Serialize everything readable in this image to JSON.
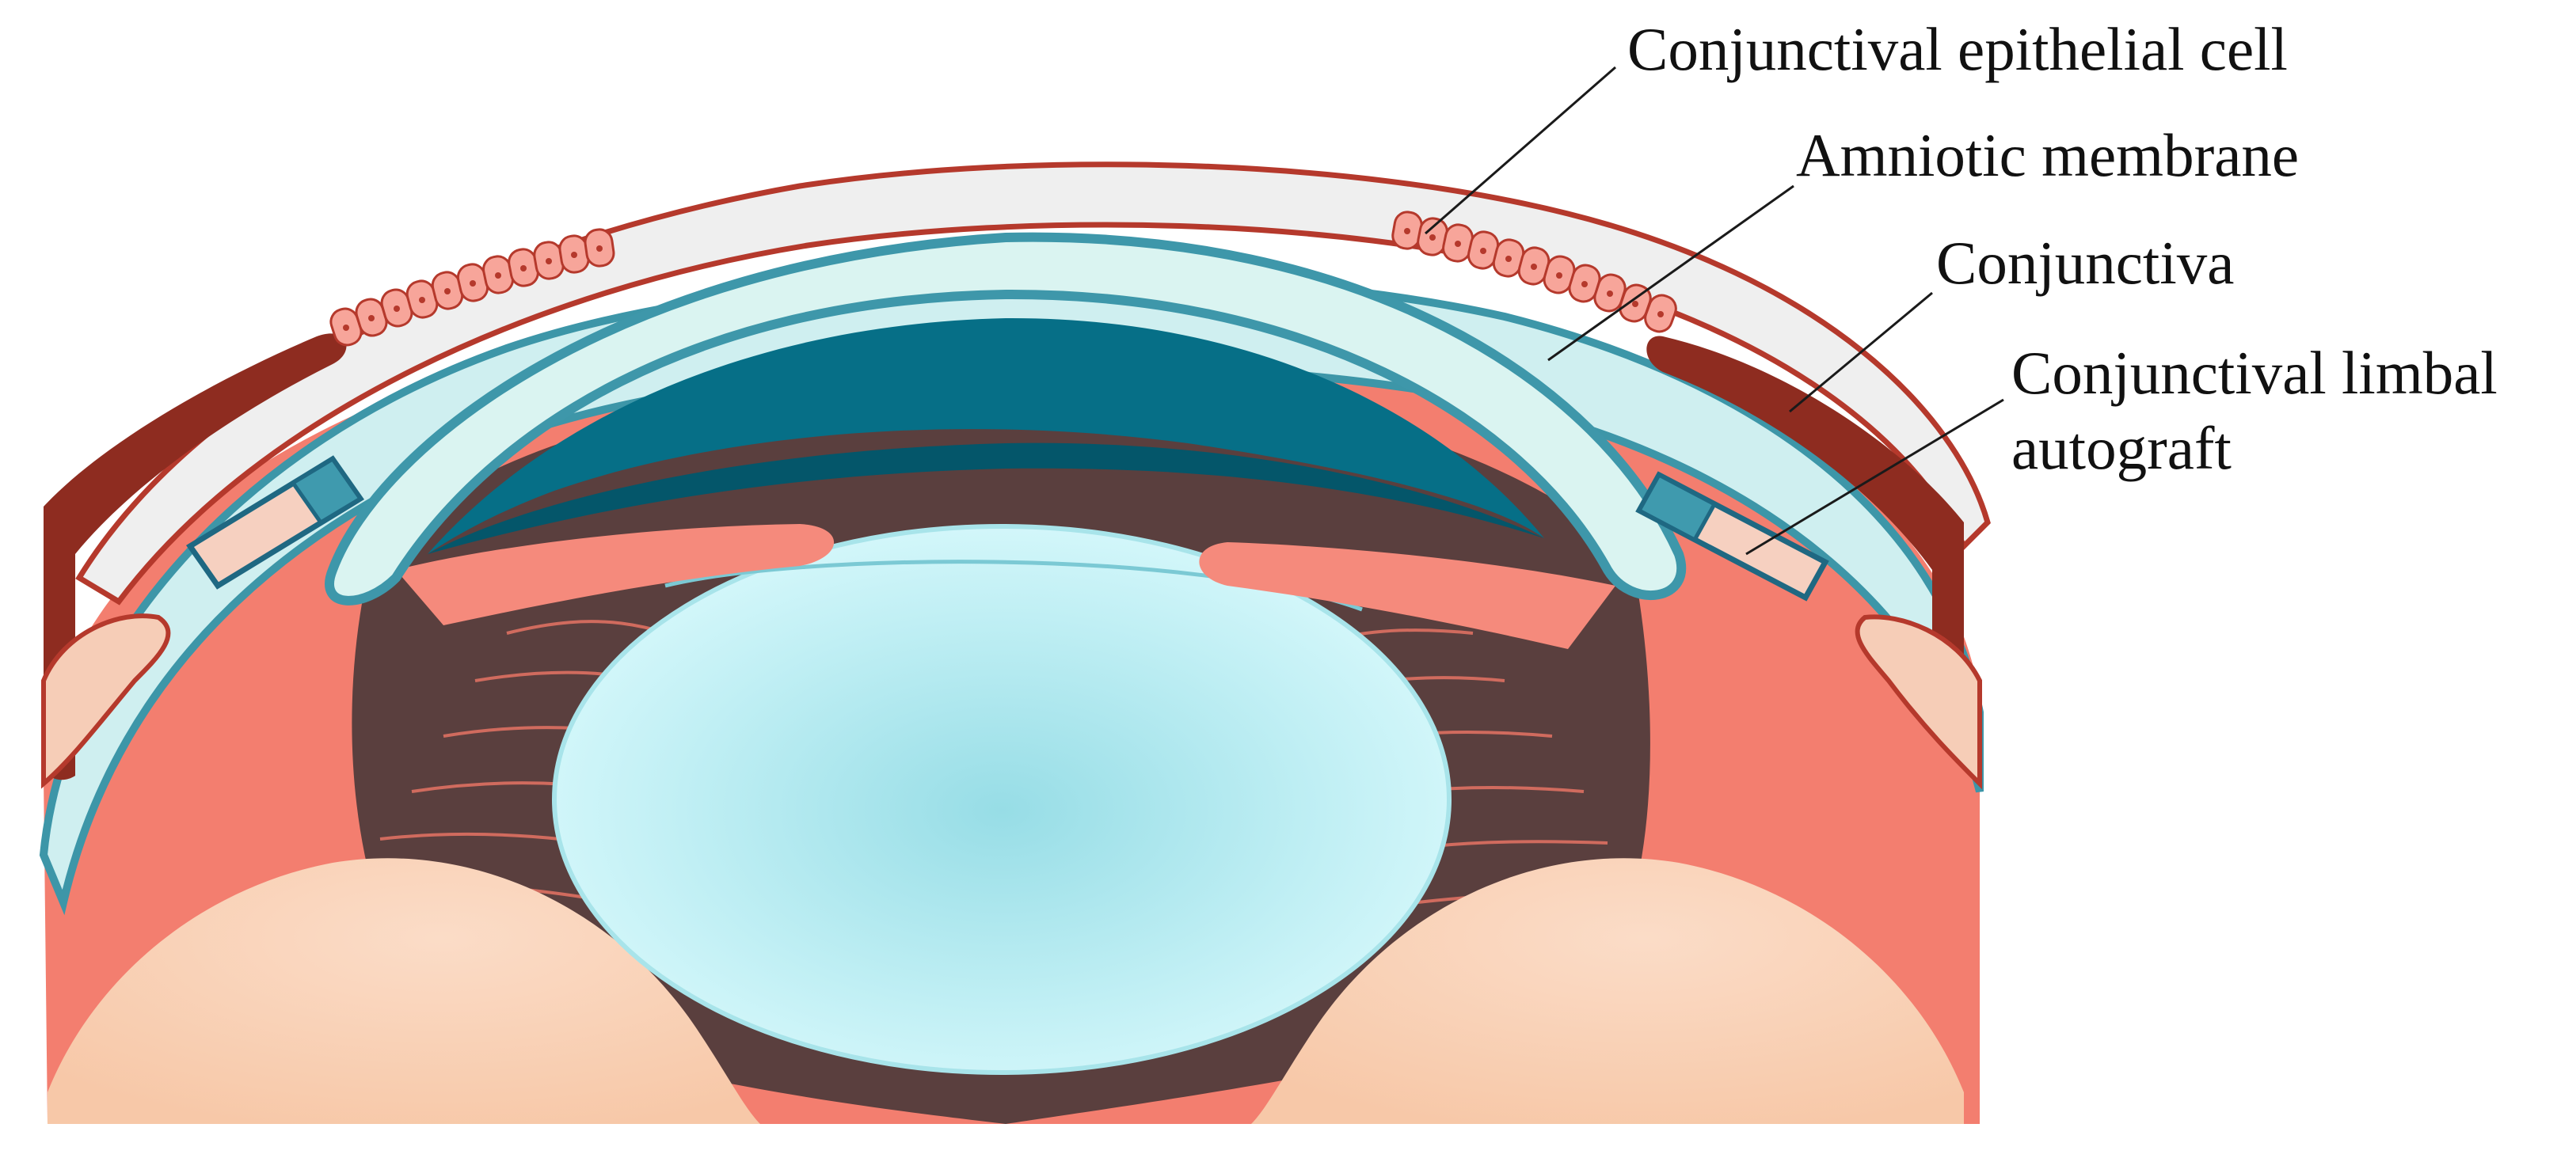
{
  "labels": {
    "epithelial_cell": "Conjunctival epithelial cell",
    "amniotic_membrane": "Amniotic membrane",
    "conjunctiva": "Conjunctiva",
    "limbal_autograft_line1": "Conjunctival limbal",
    "limbal_autograft_line2": "autograft"
  },
  "colors": {
    "background": "#ffffff",
    "sclera_skin": "#f5cdb8",
    "iris_red": "#f27d6e",
    "cornea_outline": "#3d96a8",
    "cornea_fill": "#d9f3f1",
    "anterior_chamber": "#076f86",
    "posterior_dark": "#5a3f3e",
    "lens_center": "#9fe0e8",
    "lens_edge": "#cdf6f9",
    "membrane_red": "#b5392c",
    "membrane_gray": "#efefef",
    "conjunctiva_brown": "#8e2c20",
    "epithelial_cell": "#f7a59a",
    "graft_fill": "#f6d0c0",
    "graft_teal": "#3f9aae",
    "graft_border": "#1f6882"
  }
}
